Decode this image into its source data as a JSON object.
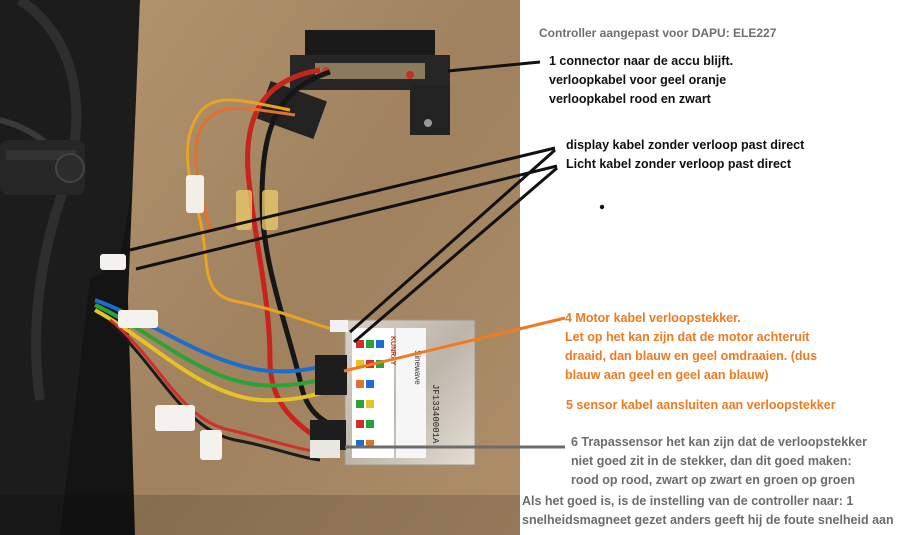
{
  "title": "Controller aangepast voor DAPU: ELE227",
  "notes": {
    "connector": [
      "1 connector naar de accu blijft.",
      "verloopkabel voor geel oranje",
      "verloopkabel rood en zwart"
    ],
    "display": [
      "display kabel zonder verloop past direct",
      "Licht kabel zonder verloop past direct"
    ],
    "motor": [
      "4 Motor kabel verloopstekker.",
      "Let op het kan zijn dat de motor achteruit",
      "draaid, dan blauw en geel omdraaien. (dus",
      "blauw aan geel en geel aan blauw)"
    ],
    "sensor": "5 sensor kabel aansluiten aan verloopstekker",
    "pedal": [
      "6 Trapassensor het kan zijn dat de verloopstekker",
      "niet goed zit in de stekker, dan dit goed maken:",
      "rood op rood, zwart op zwart en groen op groen"
    ],
    "final": [
      "Als het goed is, is de instelling van de controller naar: 1",
      "snelheidsmagneet gezet anders geeft hij de foute snelheid aan"
    ]
  },
  "controller_label": {
    "brand": "KUNRAY",
    "model": "Sinewave",
    "serial": "JF13340001A"
  },
  "colors": {
    "orange": "#f07a20",
    "gray": "#6c6c6c",
    "black": "#111111"
  }
}
